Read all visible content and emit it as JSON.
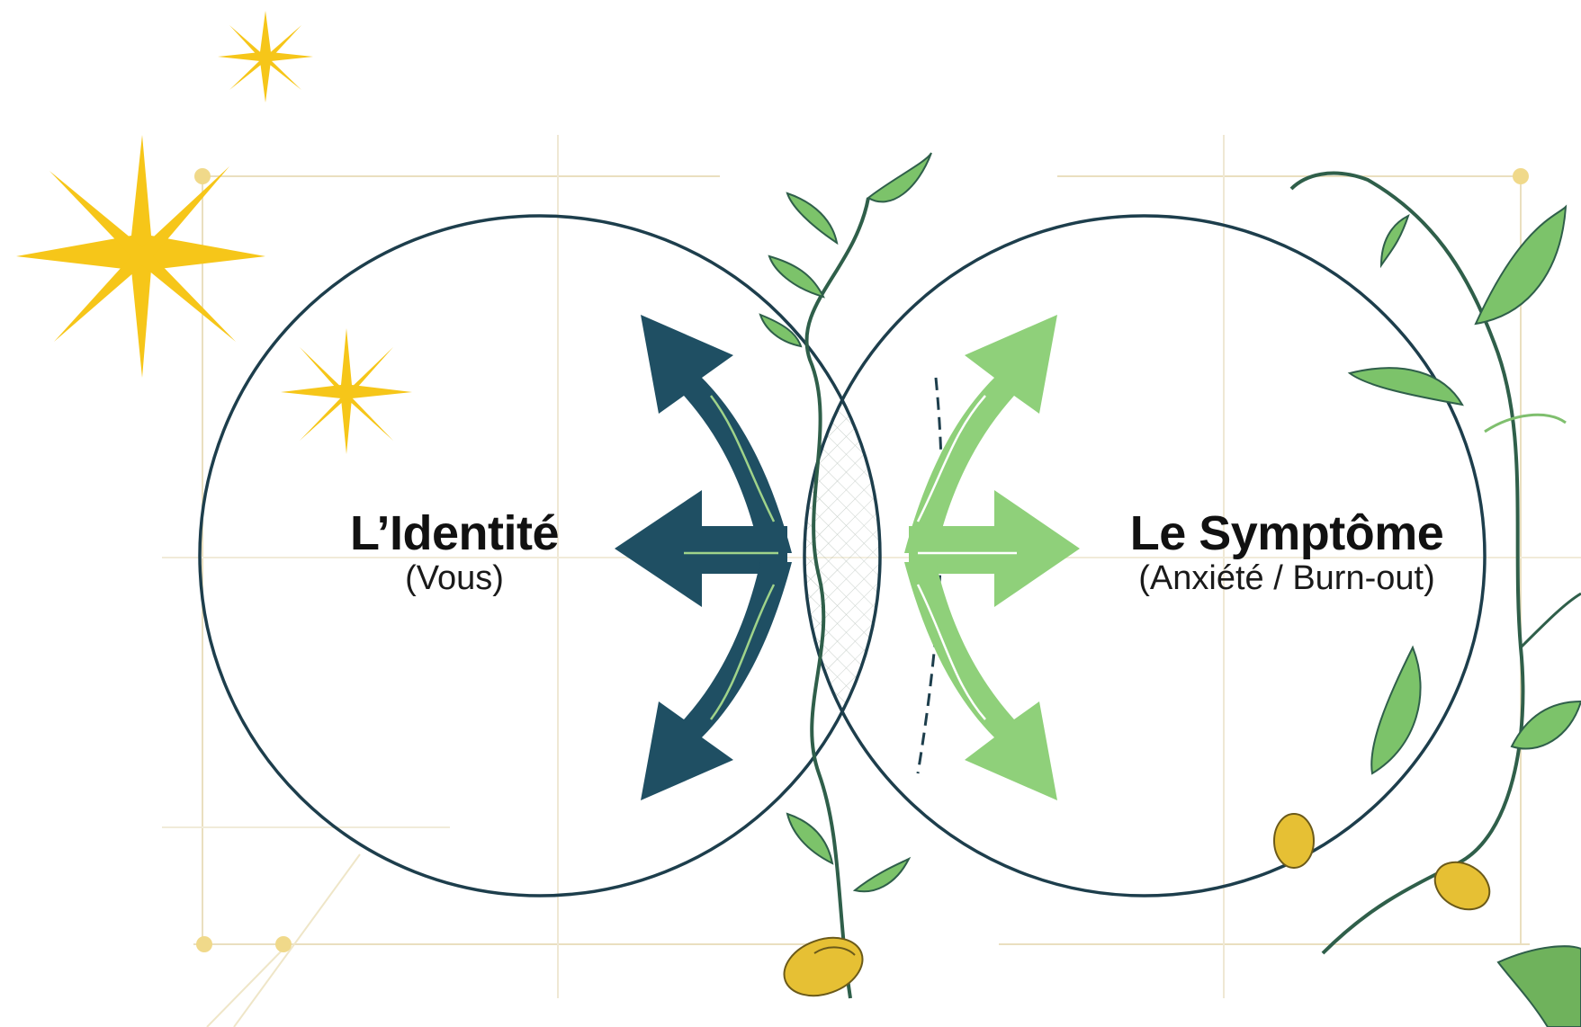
{
  "left_circle": {
    "title": "L’Identité",
    "subtitle": "(Vous)"
  },
  "right_circle": {
    "title": "Le Symptôme",
    "subtitle": "(Anxiété / Burn-out)"
  },
  "colors": {
    "dark_arrows": "#1f4f63",
    "light_arrows": "#8fd07a",
    "circle_stroke": "#1d3e4c",
    "sparkle": "#f5c518",
    "leaf": "#7cc36a",
    "vine": "#2f5f4a",
    "seed": "#e6c034",
    "grid": "#e8dcb0"
  },
  "icons": [
    "sparkle-icon",
    "arrow-icon",
    "leaf-icon",
    "seed-icon"
  ]
}
